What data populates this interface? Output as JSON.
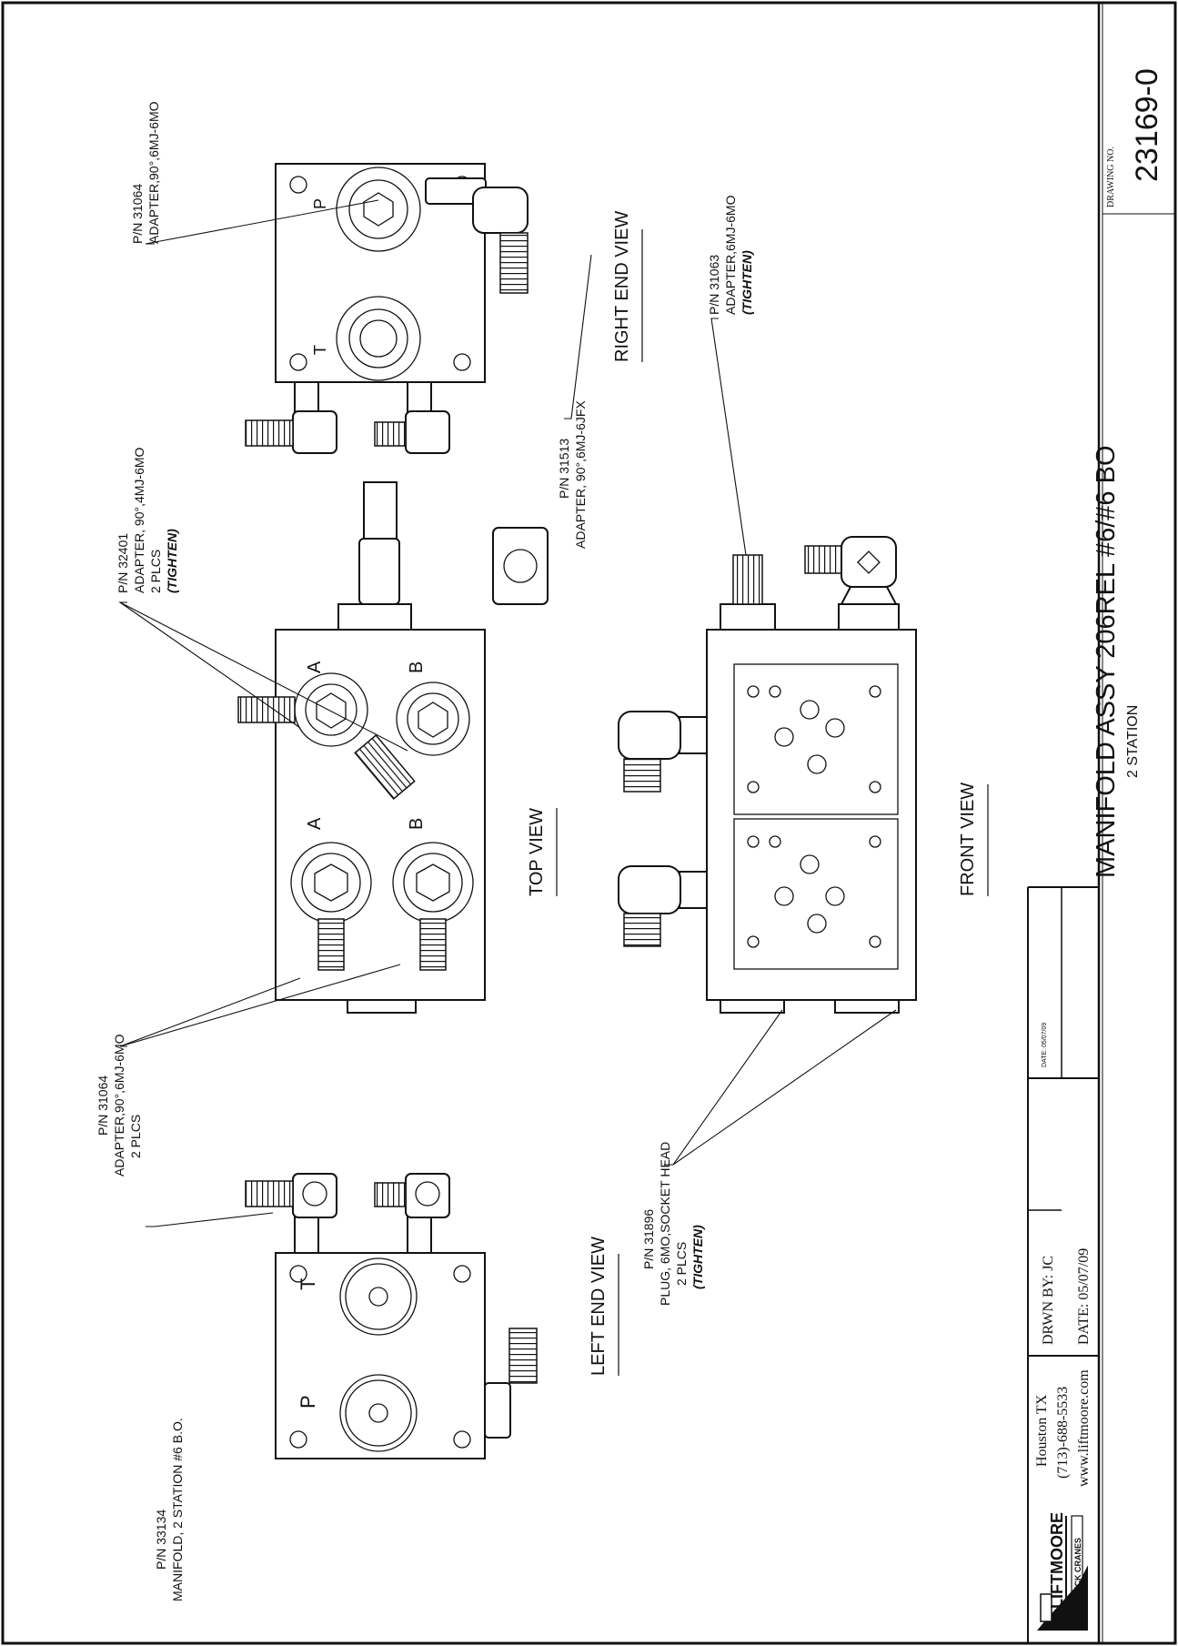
{
  "callouts": {
    "manifold": {
      "pn": "P/N 33134",
      "desc": "MANIFOLD, 2 STATION #6 B.O."
    },
    "adapter_left": {
      "pn": "P/N 31064",
      "desc": "ADAPTER,90°,6MJ-6MO",
      "qty": "2 PLCS"
    },
    "plug": {
      "pn": "P/N 31896",
      "desc": "PLUG, 6MO,SOCKET HEAD",
      "qty": "2 PLCS",
      "note": "(TIGHTEN)"
    },
    "adapter_32401": {
      "pn": "P/N 32401",
      "desc": "ADAPTER, 90°,4MJ-6MO",
      "qty": "2 PLCS",
      "note": "(TIGHTEN)"
    },
    "adapter_31513": {
      "pn": "P/N 31513",
      "desc": "ADAPTER, 90°,6MJ-6JFX"
    },
    "adapter_right": {
      "pn": "P/N 31064",
      "desc": "ADAPTER,90°,6MJ-6MO"
    },
    "adapter_31063": {
      "pn": "P/N 31063",
      "desc": "ADAPTER,6MJ-6MO",
      "note": "(TIGHTEN)"
    }
  },
  "views": {
    "left_end": "LEFT END VIEW",
    "top": "TOP VIEW",
    "front": "FRONT VIEW",
    "right_end": "RIGHT END VIEW"
  },
  "ports": {
    "a": "A",
    "b": "B",
    "p": "P",
    "t": "T"
  },
  "title_block": {
    "company": "LIFTMOORE",
    "company_sub": "TRUCK CRANES",
    "city": "Houston TX",
    "phone": "(713)-688-5533",
    "web": "www.liftmoore.com",
    "drawn_by": "DRWN BY:  JC",
    "date": "DATE:   05/07/09",
    "title": "MANIFOLD ASSY 206REL #6/#6 BO",
    "subtitle": "2 STATION",
    "drawing_no_label": "DRAWING NO.",
    "drawing_no": "23169-0"
  }
}
